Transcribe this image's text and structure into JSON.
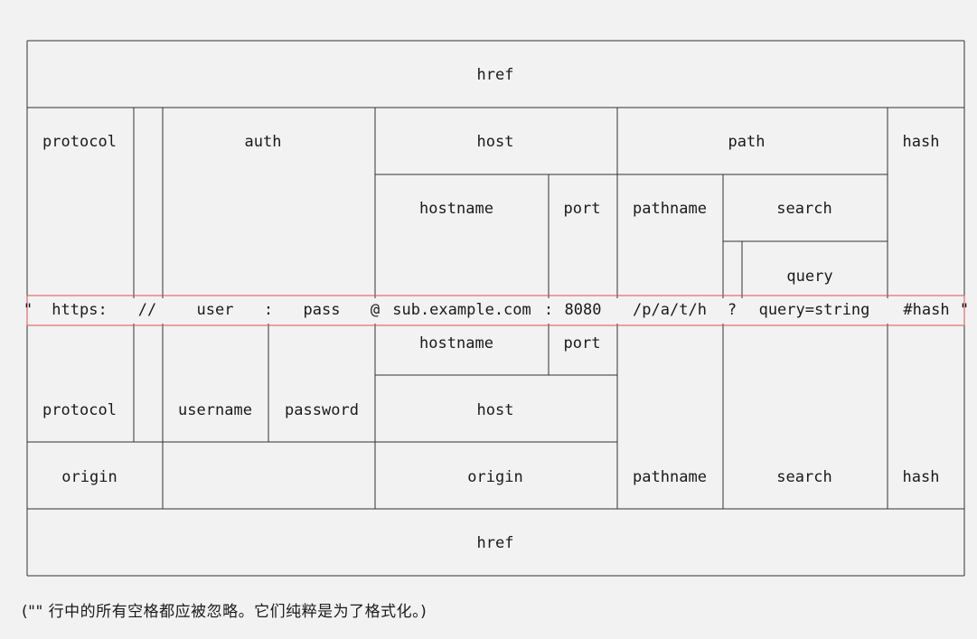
{
  "labels": {
    "href": "href",
    "protocol": "protocol",
    "auth": "auth",
    "host": "host",
    "path": "path",
    "hash": "hash",
    "hostname": "hostname",
    "port": "port",
    "pathname": "pathname",
    "search": "search",
    "query": "query",
    "username": "username",
    "password": "password",
    "origin": "origin"
  },
  "url_parts": {
    "quote": "\"",
    "protocol": "https:",
    "slashes": "//",
    "user": "user",
    "colon": ":",
    "pass": "pass",
    "at": "@",
    "hostname": "sub.example.com",
    "port_colon": ":",
    "port": "8080",
    "pathname": "/p/a/t/h",
    "question": "?",
    "query": "query=string",
    "hash": "#hash"
  },
  "footnote": "(\"\" 行中的所有空格都应被忽略。它们纯粹是为了格式化。)",
  "colors": {
    "background": "#f2f2f2",
    "lines": "#333333",
    "highlight": "#d9534f"
  }
}
